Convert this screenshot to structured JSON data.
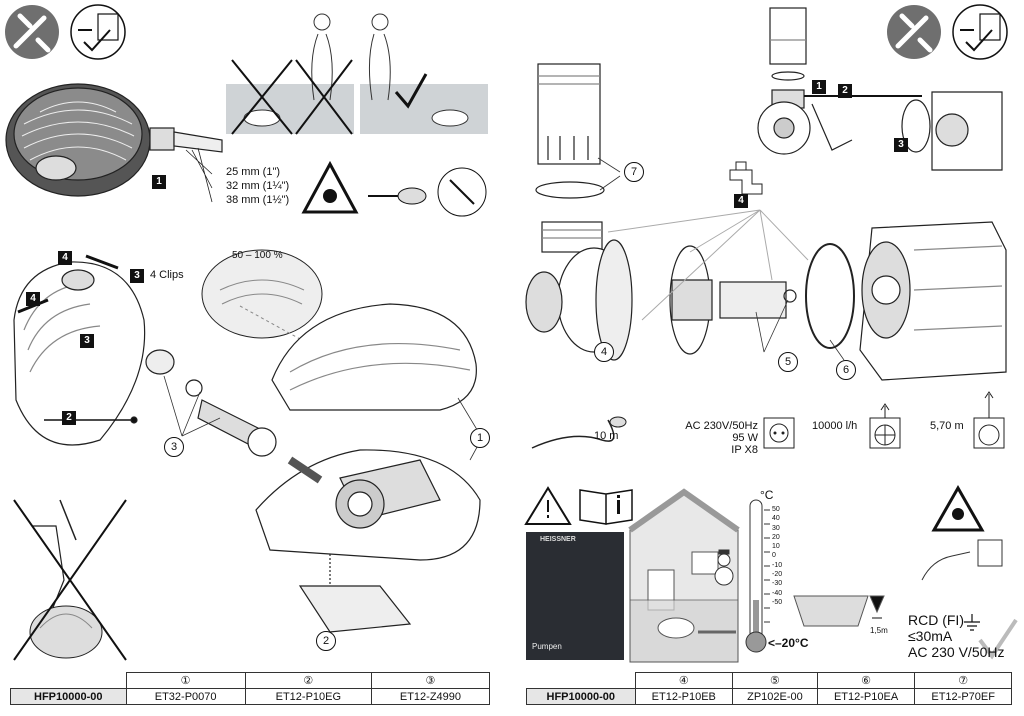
{
  "left_page": {
    "hose_sizes": [
      "25 mm  (1\")",
      "32 mm  (1¼\")",
      "38 mm  (1½\")"
    ],
    "clips_label": "4 Clips",
    "percent_label": "50 – 100 %",
    "steps": {
      "s1": "1",
      "s2": "2",
      "s3": "3",
      "s3b": "3",
      "s4": "4",
      "s4b": "4"
    },
    "callouts": {
      "c1": "1",
      "c2": "2",
      "c3": "3"
    },
    "parts_table": {
      "model": "HFP10000-00",
      "numbers": [
        "①",
        "②",
        "③"
      ],
      "codes": [
        "ET32-P0070",
        "ET12-P10EG",
        "ET12-Z4990"
      ]
    }
  },
  "right_page": {
    "steps": {
      "s1": "1",
      "s2": "2",
      "s3": "3",
      "s4": "4"
    },
    "callouts": {
      "c4": "4",
      "c5": "5",
      "c6": "6",
      "c7": "7"
    },
    "cable_length": "10 m",
    "electrical": [
      "AC 230V/50Hz",
      "95 W",
      "IP X8"
    ],
    "flow": "10000 l/h",
    "head": "5,70 m",
    "temp_unit": "°C",
    "temp_ticks": [
      "50",
      "40",
      "30",
      "20",
      "10",
      "0",
      "-10",
      "-20",
      "-30",
      "-40",
      "-50"
    ],
    "temp_min": "<–20°C",
    "depth": "1,5m",
    "rcd_lines": [
      "RCD (FI)",
      "≤30mA",
      "AC 230 V/50Hz"
    ],
    "booklet_brand": "HEISSNER",
    "booklet_title": "Pumpen",
    "parts_table": {
      "model": "HFP10000-00",
      "numbers": [
        "④",
        "⑤",
        "⑥",
        "⑦"
      ],
      "codes": [
        "ET12-P10EB",
        "ZP102E-00",
        "ET12-P10EA",
        "ET12-P70EF"
      ]
    }
  },
  "colors": {
    "ink": "#111111",
    "grey": "#9a9a9a",
    "light": "#dedede",
    "water": "#cfd3d6"
  }
}
